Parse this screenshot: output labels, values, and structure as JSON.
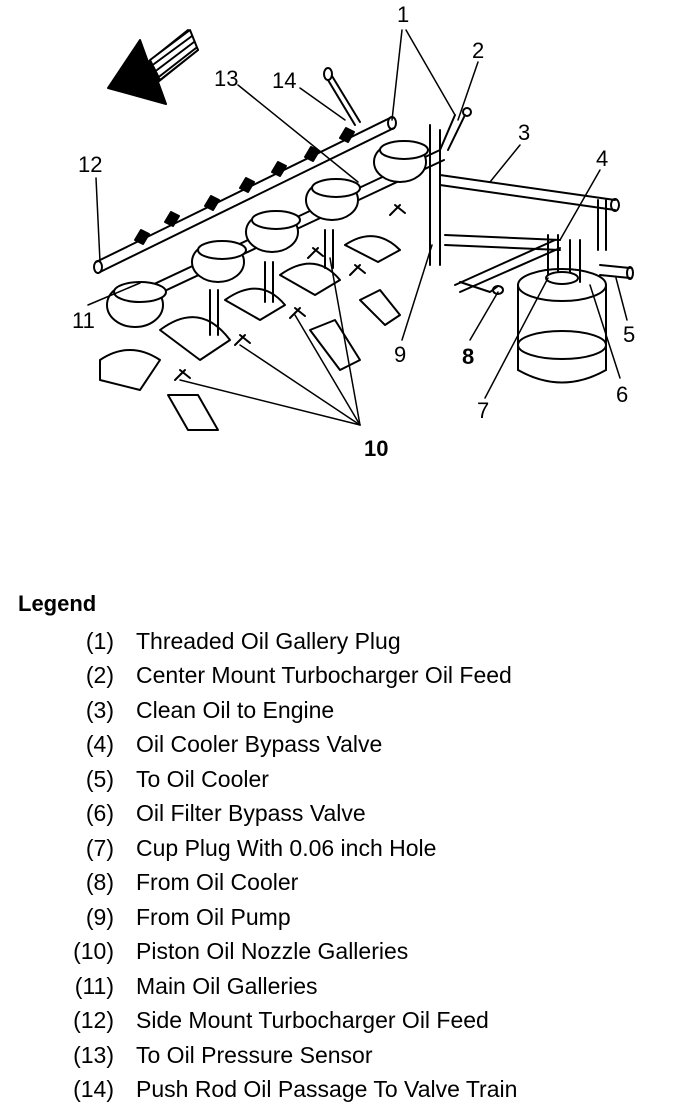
{
  "diagram": {
    "callouts": [
      "1",
      "2",
      "3",
      "4",
      "5",
      "6",
      "7",
      "8",
      "9",
      "10",
      "11",
      "12",
      "13",
      "14"
    ]
  },
  "legend": {
    "title": "Legend",
    "items": [
      {
        "num": "(1)",
        "text": "Threaded Oil Gallery Plug"
      },
      {
        "num": "(2)",
        "text": "Center Mount Turbocharger Oil Feed"
      },
      {
        "num": "(3)",
        "text": "Clean Oil to Engine"
      },
      {
        "num": "(4)",
        "text": "Oil Cooler Bypass Valve"
      },
      {
        "num": "(5)",
        "text": "To Oil Cooler"
      },
      {
        "num": "(6)",
        "text": "Oil Filter Bypass Valve"
      },
      {
        "num": "(7)",
        "text": "Cup Plug With 0.06 inch Hole"
      },
      {
        "num": "(8)",
        "text": "From Oil Cooler"
      },
      {
        "num": "(9)",
        "text": "From Oil Pump"
      },
      {
        "num": "(10)",
        "text": "Piston Oil Nozzle Galleries"
      },
      {
        "num": "(11)",
        "text": "Main Oil Galleries"
      },
      {
        "num": "(12)",
        "text": "Side Mount Turbocharger Oil Feed"
      },
      {
        "num": "(13)",
        "text": "To Oil Pressure Sensor"
      },
      {
        "num": "(14)",
        "text": "Push Rod Oil Passage To Valve Train"
      }
    ]
  }
}
